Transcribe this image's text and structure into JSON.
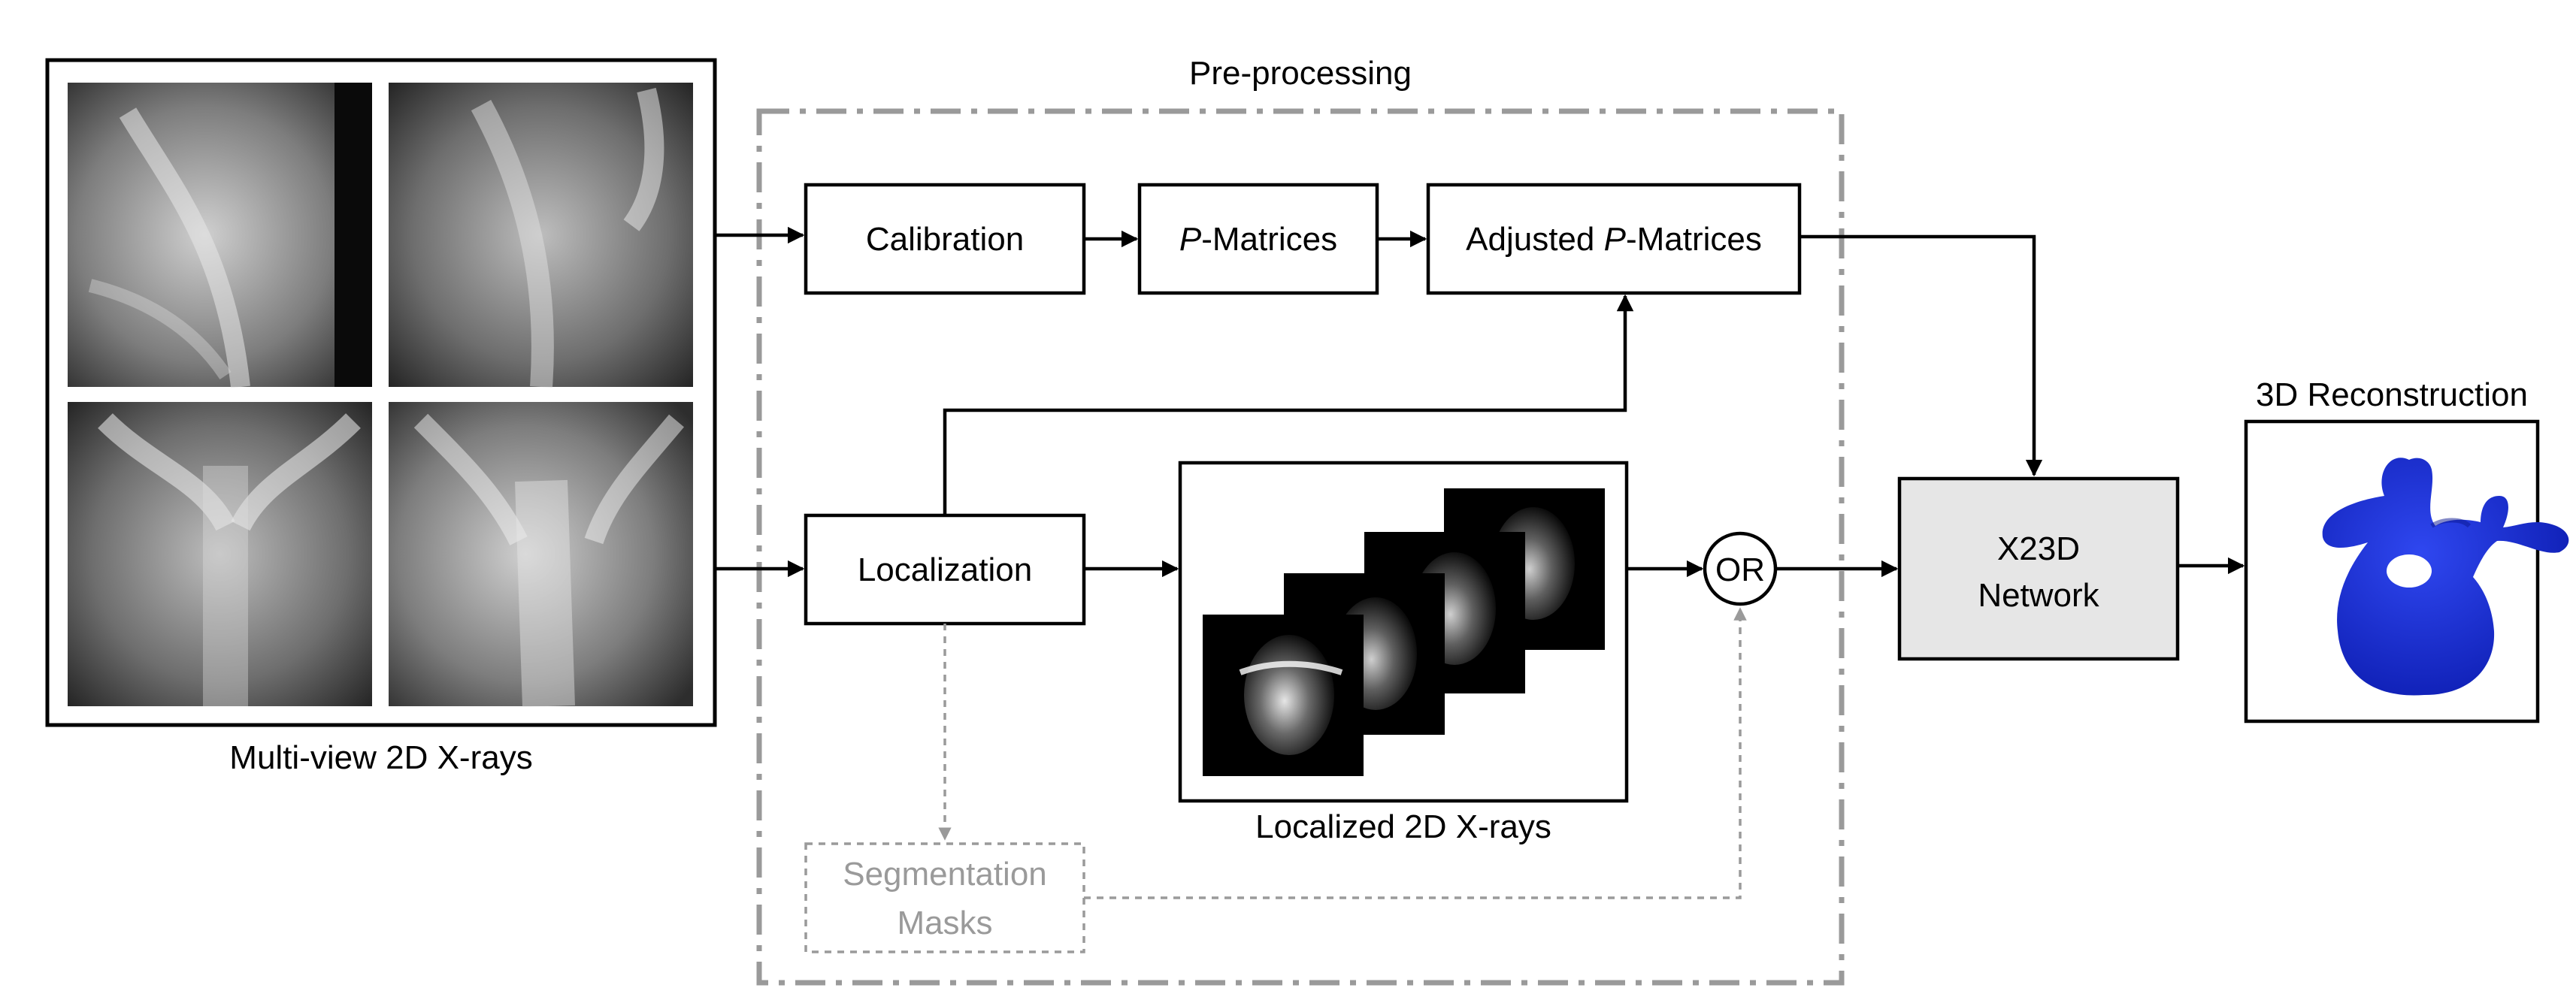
{
  "labels": {
    "pre_processing": "Pre-processing",
    "multi_view": "Multi-view 2D X-rays",
    "calibration": "Calibration",
    "p_italic": "P",
    "matrices_suffix": "-Matrices",
    "adjusted_prefix": "Adjusted ",
    "localization": "Localization",
    "localized": "Localized 2D X-rays",
    "or": "OR",
    "segmentation_line1": "Segmentation",
    "segmentation_line2": "Masks",
    "network_line1": "X23D",
    "network_line2": "Network",
    "reconstruction": "3D Reconstruction"
  },
  "colors": {
    "outline": "#000000",
    "preprocessing_border": "#9a9a9a",
    "segmentation_text": "#9a9a9a",
    "network_fill": "#e6e6e6",
    "vertebra": "#1a2fd6"
  },
  "icons": {
    "xray_images": "spine-xray-image",
    "localized_crops": "vertebra-crop-image",
    "reconstruction": "vertebra-3d-model"
  }
}
